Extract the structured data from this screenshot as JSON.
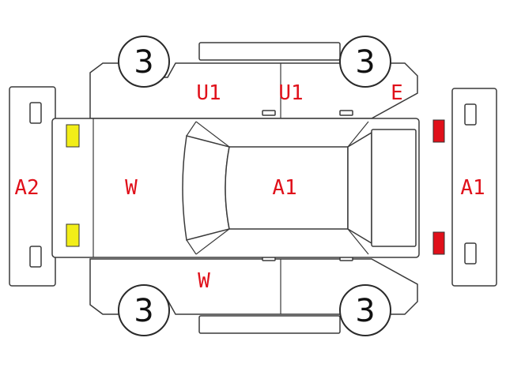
{
  "colors": {
    "code": "#e0101a",
    "headlight": "#f2ee18",
    "taillight": "#e0101a",
    "line": "#3a3a3a"
  },
  "tires": {
    "front_left": "3",
    "rear_left": "3",
    "front_right": "3",
    "rear_right": "3"
  },
  "codes": {
    "a2": "A2",
    "w_hood": "W",
    "a1_roof": "A1",
    "a1_rear_bumper": "A1",
    "u1_front_door": "U1",
    "u1_rear_door": "U1",
    "e_quarter": "E",
    "w_front_fender": "W"
  }
}
